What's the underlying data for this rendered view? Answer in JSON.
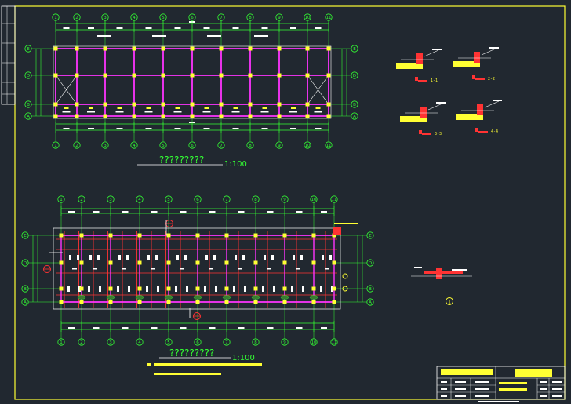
{
  "plan_top": {
    "title_glyphs": "?????????",
    "scale": "1:100",
    "axis_numbers": [
      "1",
      "2",
      "3",
      "4",
      "5",
      "6",
      "7",
      "8",
      "9",
      "10",
      "11"
    ],
    "axis_letters": [
      "E",
      "D",
      "B",
      "A"
    ]
  },
  "plan_bottom": {
    "title_glyphs": "?????????",
    "scale": "1:100",
    "axis_numbers": [
      "1",
      "2",
      "3",
      "4",
      "5",
      "6",
      "7",
      "8",
      "9",
      "10",
      "11"
    ],
    "axis_letters": [
      "E",
      "D",
      "B",
      "A"
    ],
    "section_marks": [
      "A",
      "A",
      "1"
    ]
  },
  "details": {
    "labels": [
      "1-1",
      "2-2",
      "3-3",
      "4-4"
    ],
    "section_callout": "1"
  },
  "colors": {
    "background": "#212830",
    "frame": "#ffff33",
    "axis_green": "#33ff33",
    "column": "#ffff33",
    "beam": "#ff33ff",
    "rebar_red": "#ff3333",
    "white": "#ffffff"
  }
}
